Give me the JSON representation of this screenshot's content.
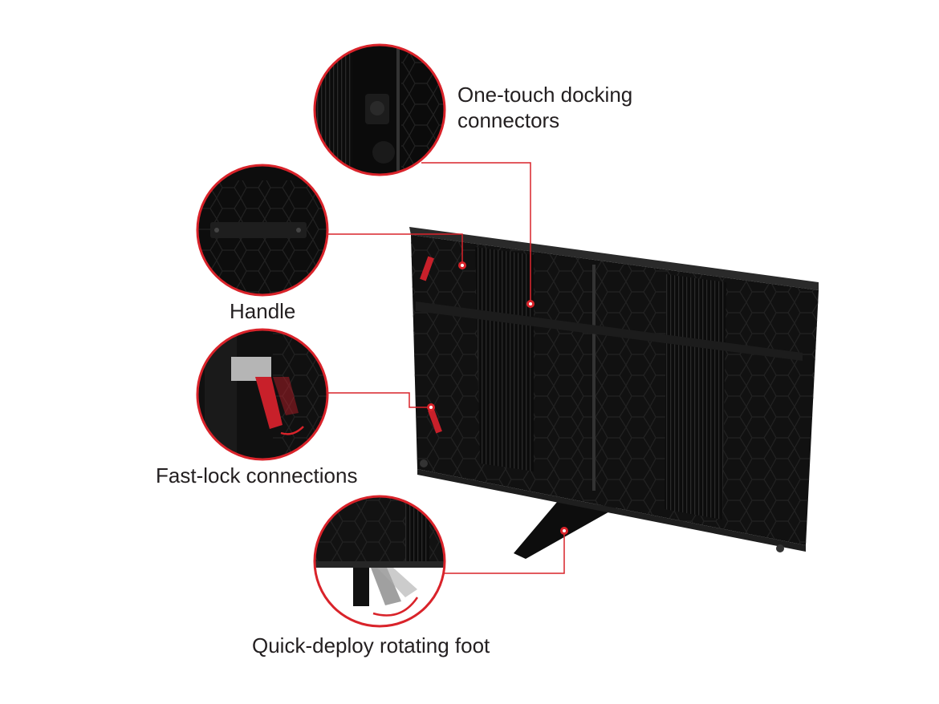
{
  "colors": {
    "accent": "#d9232a",
    "panel": "#111111",
    "text": "#231f20"
  },
  "callouts": [
    {
      "id": "docking",
      "line1": "One-touch docking",
      "line2": "connectors"
    },
    {
      "id": "handle",
      "label": "Handle"
    },
    {
      "id": "fastlock",
      "label": "Fast-lock connections"
    },
    {
      "id": "foot",
      "label": "Quick-deploy rotating foot"
    }
  ]
}
